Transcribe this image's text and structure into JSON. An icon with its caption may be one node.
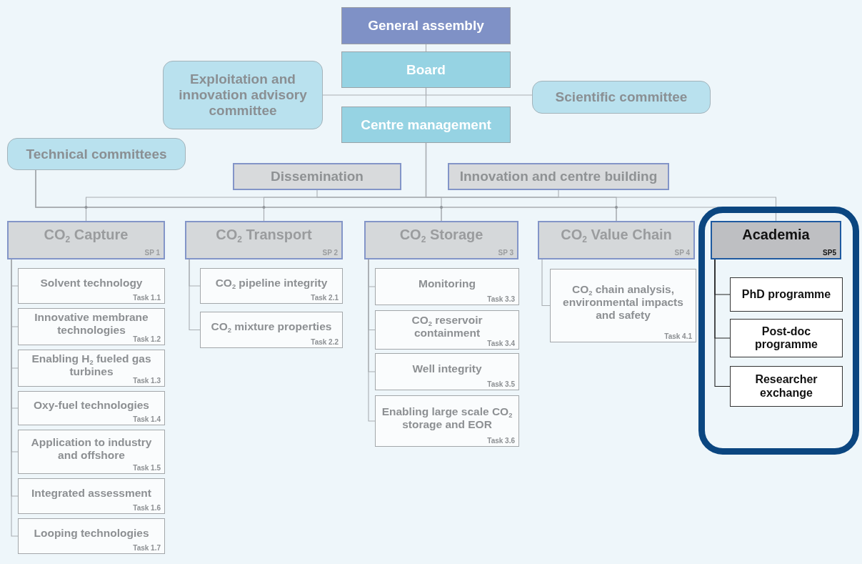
{
  "diagram": {
    "nodes": [
      {
        "text": [
          "General assembly"
        ]
      },
      {
        "text": [
          "Board"
        ]
      },
      {
        "text": [
          "Exploitation and innovation advisory committee"
        ]
      },
      {
        "text": [
          "Scientific committee"
        ]
      },
      {
        "text": [
          "Centre management"
        ]
      },
      {
        "text": [
          "Technical committees"
        ]
      },
      {
        "text": [
          "Dissemination"
        ]
      },
      {
        "text": [
          "Innovation and centre building"
        ]
      },
      {
        "text": [
          "CO$_{2}$ Capture",
          "SP 1"
        ]
      },
      {
        "text": [
          "Solvent technology",
          "Task 1.1"
        ]
      },
      {
        "text": [
          "Innovative membrane technologies",
          "Task 1.2"
        ]
      },
      {
        "text": [
          "Enabling H$_{2}$ fueled gas turbines",
          "Task 1.3"
        ]
      },
      {
        "text": [
          "Oxy-fuel technologies",
          "Task 1.4"
        ]
      },
      {
        "text": [
          "Application to industry and offshore",
          "Task 1.5"
        ]
      },
      {
        "text": [
          "Integrated assessment",
          "Task 1.6"
        ]
      },
      {
        "text": [
          "Looping technologies",
          "Task 1.7"
        ]
      },
      {
        "text": [
          "CO$_{2}$ Transport",
          "SP 2"
        ]
      },
      {
        "text": [
          "CO$_{2}$ pipeline integrity",
          "Task 2.1"
        ]
      },
      {
        "text": [
          "CO$_{2}$ mixture properties",
          "Task 2.2"
        ]
      },
      {
        "text": [
          "CO$_{2}$ Storage",
          "SP 3"
        ]
      },
      {
        "text": [
          "Monitoring",
          "Task 3.3"
        ]
      },
      {
        "text": [
          "CO$_{2}$ reservoir containment",
          "Task 3.4"
        ]
      },
      {
        "text": [
          "Well integrity",
          "Task 3.5"
        ]
      },
      {
        "text": [
          "Enabling large scale CO$_{2}$ storage and EOR",
          "Task 3.6"
        ]
      },
      {
        "text": [
          "CO$_{2}$ Value Chain",
          "SP 4"
        ]
      },
      {
        "text": [
          "CO$_{2}$ chain analysis, environmental impacts and safety",
          "Task 4.1"
        ]
      },
      {
        "text": [],
        "shape": "box"
      },
      {
        "text": [
          "Academia",
          "SP5"
        ],
        "in": 26
      },
      {
        "text": [
          "PhD programme"
        ],
        "in": 26
      },
      {
        "text": [
          "Post-doc programme"
        ],
        "in": 26
      },
      {
        "text": [
          "Researcher exchange"
        ],
        "in": 26
      }
    ],
    "edges": [
      {
        "from": 0,
        "to": 1,
        "arrow": "none"
      },
      {
        "from": 1,
        "to": 4,
        "arrow": "none"
      },
      {
        "from": 1,
        "to": 2,
        "arrow": "none"
      },
      {
        "from": 1,
        "to": 3,
        "arrow": "none"
      },
      {
        "from": 4,
        "to": 6,
        "arrow": "none"
      },
      {
        "from": 4,
        "to": 7,
        "arrow": "none"
      },
      {
        "from": 4,
        "to": 8,
        "arrow": "none"
      },
      {
        "from": 4,
        "to": 16,
        "arrow": "none"
      },
      {
        "from": 4,
        "to": 19,
        "arrow": "none"
      },
      {
        "from": 4,
        "to": 24,
        "arrow": "none"
      },
      {
        "from": 4,
        "to": 27,
        "arrow": "none"
      },
      {
        "from": 5,
        "to": 8,
        "arrow": "none"
      },
      {
        "from": 5,
        "to": 16,
        "arrow": "none"
      },
      {
        "from": 5,
        "to": 19,
        "arrow": "none"
      },
      {
        "from": 5,
        "to": 24,
        "arrow": "none"
      },
      {
        "from": 5,
        "to": 27,
        "arrow": "none"
      },
      {
        "from": 8,
        "to": 9,
        "arrow": "none"
      },
      {
        "from": 8,
        "to": 10,
        "arrow": "none"
      },
      {
        "from": 8,
        "to": 11,
        "arrow": "none"
      },
      {
        "from": 8,
        "to": 12,
        "arrow": "none"
      },
      {
        "from": 8,
        "to": 13,
        "arrow": "none"
      },
      {
        "from": 8,
        "to": 14,
        "arrow": "none"
      },
      {
        "from": 8,
        "to": 15,
        "arrow": "none"
      },
      {
        "from": 16,
        "to": 17,
        "arrow": "none"
      },
      {
        "from": 16,
        "to": 18,
        "arrow": "none"
      },
      {
        "from": 19,
        "to": 20,
        "arrow": "none"
      },
      {
        "from": 19,
        "to": 21,
        "arrow": "none"
      },
      {
        "from": 19,
        "to": 22,
        "arrow": "none"
      },
      {
        "from": 19,
        "to": 23,
        "arrow": "none"
      },
      {
        "from": 24,
        "to": 25,
        "arrow": "none"
      },
      {
        "from": 27,
        "to": 28,
        "arrow": "none",
        "color": "#222222"
      },
      {
        "from": 27,
        "to": 29,
        "arrow": "none",
        "color": "#222222"
      },
      {
        "from": 27,
        "to": 30,
        "arrow": "none",
        "color": "#222222"
      }
    ]
  }
}
